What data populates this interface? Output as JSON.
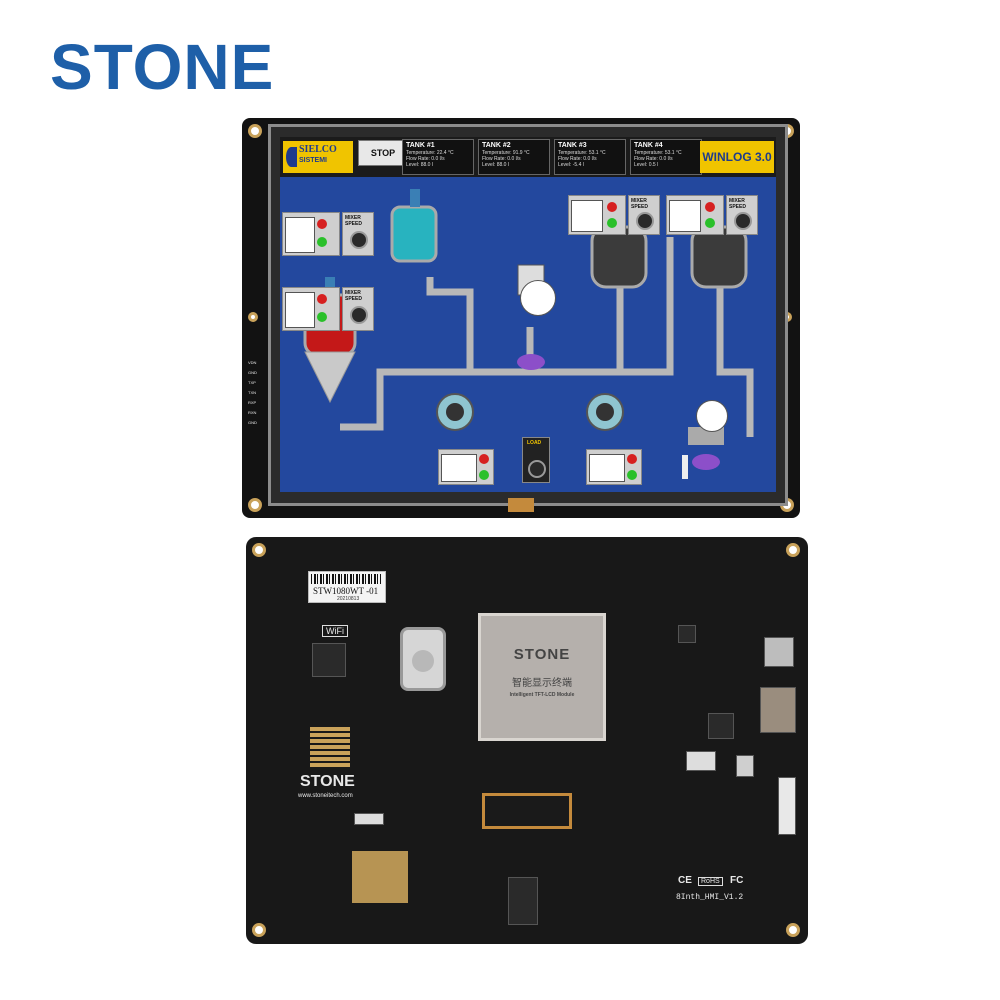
{
  "brand": "STONE",
  "front": {
    "stop_label": "STOP",
    "logo_top": "SIELCO",
    "logo_bottom": "SISTEMI",
    "winlog": "WINLOG 3.0",
    "tanks": [
      {
        "title": "TANK #1",
        "temp": "22.4 °C",
        "flow": "0.0 l/s",
        "level": "88.0 l"
      },
      {
        "title": "TANK #2",
        "temp": "91.9 °C",
        "flow": "0.0 l/s",
        "level": "88.0 l"
      },
      {
        "title": "TANK #3",
        "temp": "53.1 °C",
        "flow": "0.0 l/s",
        "level": "-5.4 l"
      },
      {
        "title": "TANK #4",
        "temp": "53.1 °C",
        "flow": "0.0 l/s",
        "level": "0.5 l"
      }
    ],
    "tank_row_labels": [
      "Temperature:",
      "Flow Rate:",
      "Level:"
    ],
    "mixer_speed": "MIXER SPEED",
    "load": "LOAD",
    "pin_labels": [
      "VDN",
      "GND",
      "TXP",
      "TXN",
      "RXP",
      "RXN",
      "GND"
    ]
  },
  "back": {
    "sticker_model": "STW1080WT -01",
    "sticker_date": "20210813",
    "chip_title": "STONE",
    "chip_zh": "智能显示终端",
    "chip_en": "Intelligent TFT-LCD Module",
    "board_brand": "STONE",
    "board_url": "www.stoneitech.com",
    "wifi": "WiFi",
    "version": "8Inth_HMI_V1.2",
    "certs": [
      "CE",
      "RoHS",
      "FC"
    ]
  }
}
